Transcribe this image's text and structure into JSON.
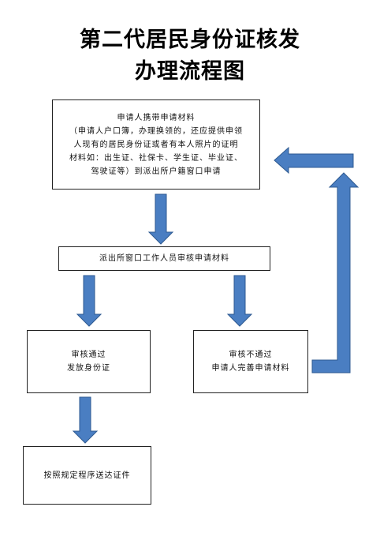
{
  "title": {
    "line1": "第二代居民身份证核发",
    "line2": "办理流程图"
  },
  "steps": {
    "apply": {
      "line1": "申请人携带申请材料",
      "line2": "（申请人户口簿，办理换领的，还应提供申领",
      "line3": "人现有的居民身份证或者有本人照片的证明",
      "line4": "材料如：出生证、社保卡、学生证、毕业证、",
      "line5": "驾驶证等）到派出所户籍窗口申请"
    },
    "review": {
      "line1": "派出所窗口工作人员审核申请材料"
    },
    "pass": {
      "line1": "审核通过",
      "line2": "发放身份证"
    },
    "fail": {
      "line1": "审核不通过",
      "line2": "申请人完善申请材料"
    },
    "deliver": {
      "line1": "按照规定程序送达证件"
    }
  },
  "colors": {
    "arrow_fill": "#4a7ec2",
    "arrow_stroke": "#2e5a91"
  }
}
